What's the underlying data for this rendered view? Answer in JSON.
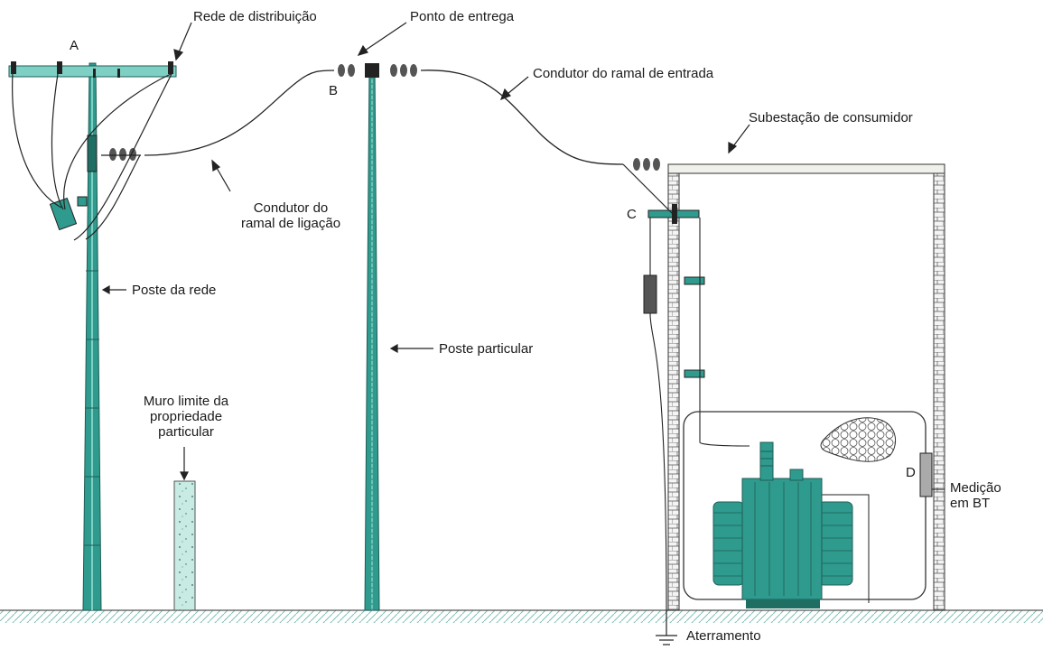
{
  "colors": {
    "teal": "#2f9a8e",
    "teal_light": "#7fd0c4",
    "teal_dark": "#1f6e64",
    "wall": "#f4f4f4",
    "ground": "#cfe7e3",
    "line": "#222222"
  },
  "labels": {
    "rede_distribuicao": "Rede de distribuição",
    "ponto_entrega": "Ponto de entrega",
    "condutor_ramal_entrada": "Condutor do ramal de entrada",
    "subestacao_consumidor": "Subestação de consumidor",
    "condutor_ramal_ligacao_1": "Condutor do",
    "condutor_ramal_ligacao_2": "ramal de ligação",
    "poste_rede": "Poste da rede",
    "poste_particular": "Poste particular",
    "muro_1": "Muro limite da",
    "muro_2": "propriedade",
    "muro_3": "particular",
    "medicao_1": "Medição",
    "medicao_2": "em BT",
    "aterramento": "Aterramento"
  },
  "points": {
    "a": "A",
    "b": "B",
    "c": "C",
    "d": "D"
  }
}
